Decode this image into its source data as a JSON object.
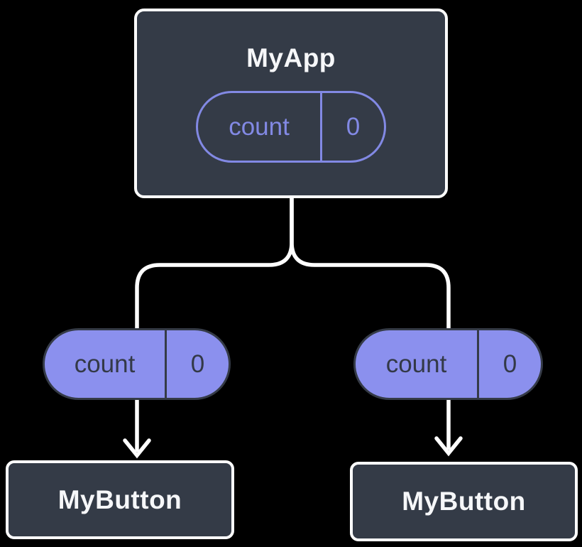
{
  "diagram": {
    "background_color": "#000000",
    "card_fill_color": "#343b47",
    "card_border_color": "#ffffff",
    "pill_fill_color": "#8b90ee",
    "pill_outline_color": "#8289e4",
    "dark_text_color": "#333947",
    "connector_color": "#ffffff",
    "tree": {
      "root": {
        "title": "MyApp",
        "state_pill": {
          "label": "count",
          "value": "0"
        }
      },
      "left_prop_pill": {
        "label": "count",
        "value": "0"
      },
      "right_prop_pill": {
        "label": "count",
        "value": "0"
      },
      "left_child": {
        "title": "MyButton"
      },
      "right_child": {
        "title": "MyButton"
      }
    }
  }
}
